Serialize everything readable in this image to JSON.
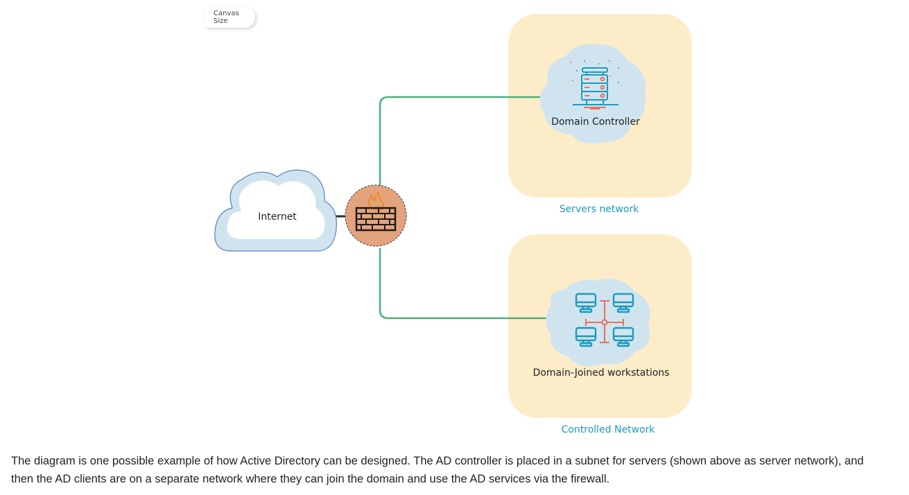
{
  "toolbar": {
    "canvas_size_label": "Canvas Size"
  },
  "diagram": {
    "nodes": {
      "internet": {
        "label": "Internet",
        "icon": "cloud-icon"
      },
      "firewall": {
        "label": "",
        "icon": "firewall-icon"
      },
      "domain_controller": {
        "label": "Domain Controller",
        "icon": "server-rack-icon"
      },
      "workstations": {
        "label": "Domain-Joined workstations",
        "icon": "networked-computers-icon"
      }
    },
    "groups": {
      "servers": {
        "label": "Servers network"
      },
      "controlled": {
        "label": "Controlled Network"
      }
    },
    "edges": [
      {
        "from": "internet",
        "to": "firewall"
      },
      {
        "from": "firewall",
        "to": "domain_controller"
      },
      {
        "from": "firewall",
        "to": "workstations"
      }
    ],
    "colors": {
      "group_fill": "#fcecc8",
      "node_blob": "#d0e4f0",
      "edge_green": "#4caf7a",
      "firewall_fill": "#e3a37c",
      "flame": "#f08a24",
      "icon_blue": "#1a9bbf",
      "icon_red": "#e8705a",
      "label_teal": "#1a9bbf"
    }
  },
  "description": "The diagram is one possible example of how Active Directory can be designed. The AD controller is placed in a subnet for servers (shown above as server network), and then the AD clients are on a separate network where they can join the domain and use the AD services via the firewall."
}
